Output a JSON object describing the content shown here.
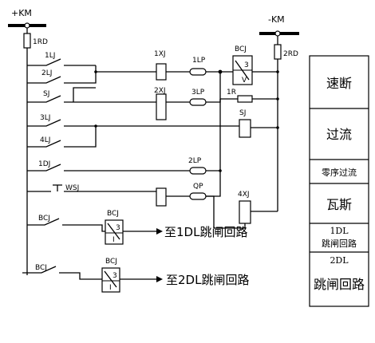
{
  "buses": {
    "positive": "+KM",
    "negative": "-KM",
    "fuse_left": "1RD",
    "fuse_right": "2RD"
  },
  "contacts": {
    "c1": "1LJ",
    "c2": "2LJ",
    "c3": "SJ",
    "c4": "3LJ",
    "c5": "4LJ",
    "c6": "1DJ",
    "c7": "WSJ",
    "c8": "BCJ",
    "c9": "BCJ"
  },
  "coils": {
    "r1": "1XJ",
    "r2": "2XJ",
    "r3": "SJ",
    "r4": "4XJ",
    "bcj_top": "BCJ",
    "bcj_mid": "BCJ",
    "bcj_bot": "BCJ",
    "bcj_num": "3",
    "bcj_i": "I",
    "bcj_v": "V"
  },
  "links": {
    "l1": "1LP",
    "l2": "3LP",
    "l3": "2LP",
    "l4": "QP",
    "resistor": "1R"
  },
  "outputs": {
    "out1": "至1DL跳闸回路",
    "out2": "至2DL跳闸回路"
  },
  "panel": {
    "p1": "速断",
    "p2": "过流",
    "p3": "零序过流",
    "p4": "瓦斯",
    "p5_top": "1DL",
    "p5": "跳闸回路",
    "p6_top": "2DL",
    "p6": "跳闸回路"
  }
}
